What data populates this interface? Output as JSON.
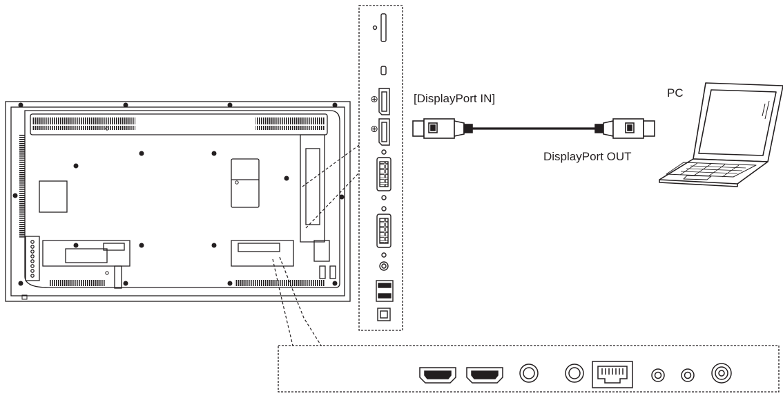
{
  "labels": {
    "input_port": "[DisplayPort IN]",
    "output_port": "DisplayPort OUT",
    "source_device": "PC"
  },
  "colors": {
    "line": "#231f20",
    "background": "#ffffff",
    "vent_fill": "#231f20"
  },
  "icons": {
    "display": "display-rear-panel",
    "cable": "displayport-cable",
    "laptop": "laptop-pc",
    "ports": [
      "hdmi-port",
      "hdmi-port",
      "audio-jack",
      "audio-jack",
      "rj45-port",
      "audio-jack",
      "audio-jack",
      "rca-jack"
    ]
  }
}
